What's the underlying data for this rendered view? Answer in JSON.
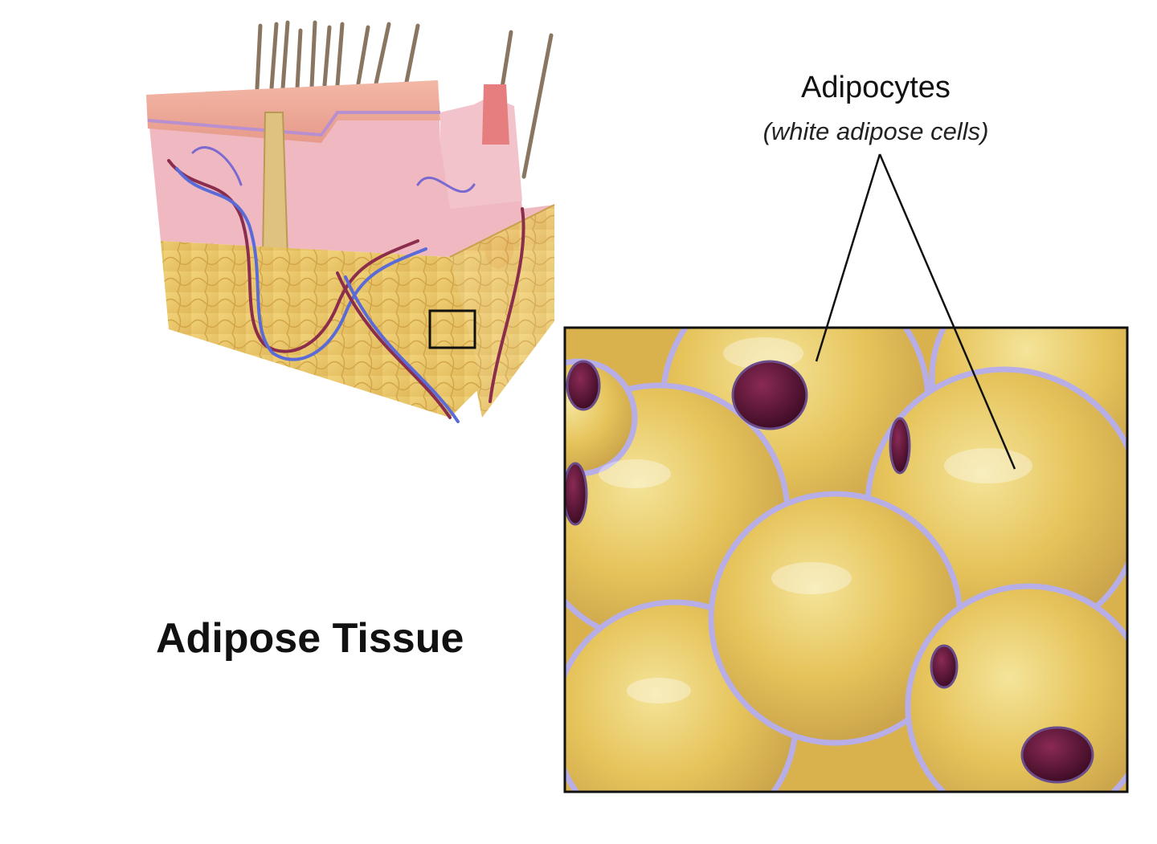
{
  "title": "Adipose Tissue",
  "callout": {
    "label": "Adipocytes",
    "sublabel": "(white adipose cells)"
  },
  "colors": {
    "fat_yellow": "#e8c85a",
    "skin_pink": "#eeb0b0",
    "membrane_lavender": "#b8aee6",
    "nucleus": "#4a0f2c",
    "leader_line": "#111111"
  }
}
